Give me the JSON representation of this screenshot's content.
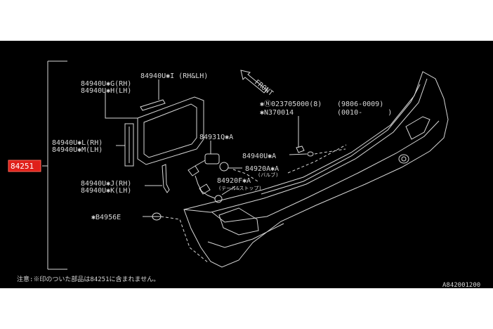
{
  "diagram": {
    "main_part_number": "84251",
    "direction_label": "FRONT",
    "labels": {
      "lens_rh_lh": "84940U✱I (RH&LH)",
      "lens_g_rh": "84940U✱G(RH)",
      "lens_h_lh": "84940U✱H(LH)",
      "seal_l_rh": "84940U✱L(RH)",
      "seal_m_lh": "84940U✱M(LH)",
      "bracket_j_rh": "84940U✱J(RH)",
      "bracket_k_lh": "84940U✱K(LH)",
      "socket": "84931Q✱A",
      "nut": "84940U✱A",
      "bulb": "84920A✱A",
      "bulb_sub": "(バルブ)",
      "lamp": "84920F✱A",
      "lamp_sub": "(テール&ストップ)",
      "clip": "✱B4956E",
      "nut_n_part": "✱Ⓝ023705000(8)",
      "nut_n_dates": "(9806-0009)",
      "nut_n_alt": "✱N370014",
      "nut_n_dates2": "(0010-      )"
    },
    "footnote": "注意:※印のついた部品は84251に含まれません。",
    "drawing_code": "A842001200"
  },
  "colors": {
    "background": "#000000",
    "line": "#d8d8d8",
    "highlight": "#e0201a"
  }
}
